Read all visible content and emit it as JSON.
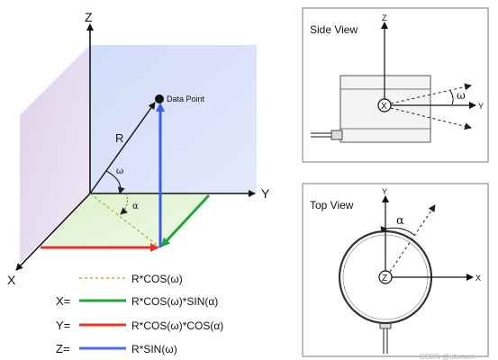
{
  "main_diagram": {
    "axes": {
      "z": "Z",
      "y": "Y",
      "x": "X"
    },
    "data_point_label": "Data Point",
    "radius_label": "R",
    "omega_symbol": "ω",
    "alpha_symbol": "α"
  },
  "legend": [
    {
      "prefix": "",
      "formula": "R*COS(ω)",
      "color": "#8dc63f",
      "style": "dashed"
    },
    {
      "prefix": "X=",
      "formula": "R*COS(ω)*SIN(α)",
      "color": "#1fa83a",
      "style": "solid"
    },
    {
      "prefix": "Y=",
      "formula": "R*COS(ω)*COS(α)",
      "color": "#e8332a",
      "style": "solid"
    },
    {
      "prefix": "Z=",
      "formula": "R*SIN(ω)",
      "color": "#4a6cf0",
      "style": "solid"
    }
  ],
  "side_view": {
    "title": "Side View",
    "axis_z": "Z",
    "axis_y": "Y",
    "center_label": "X",
    "angle_label": "ω"
  },
  "top_view": {
    "title": "Top View",
    "axis_y": "Y",
    "axis_x": "X",
    "center_label": "Z",
    "angle_label": "α"
  },
  "watermark": "CSDN @ufumam"
}
